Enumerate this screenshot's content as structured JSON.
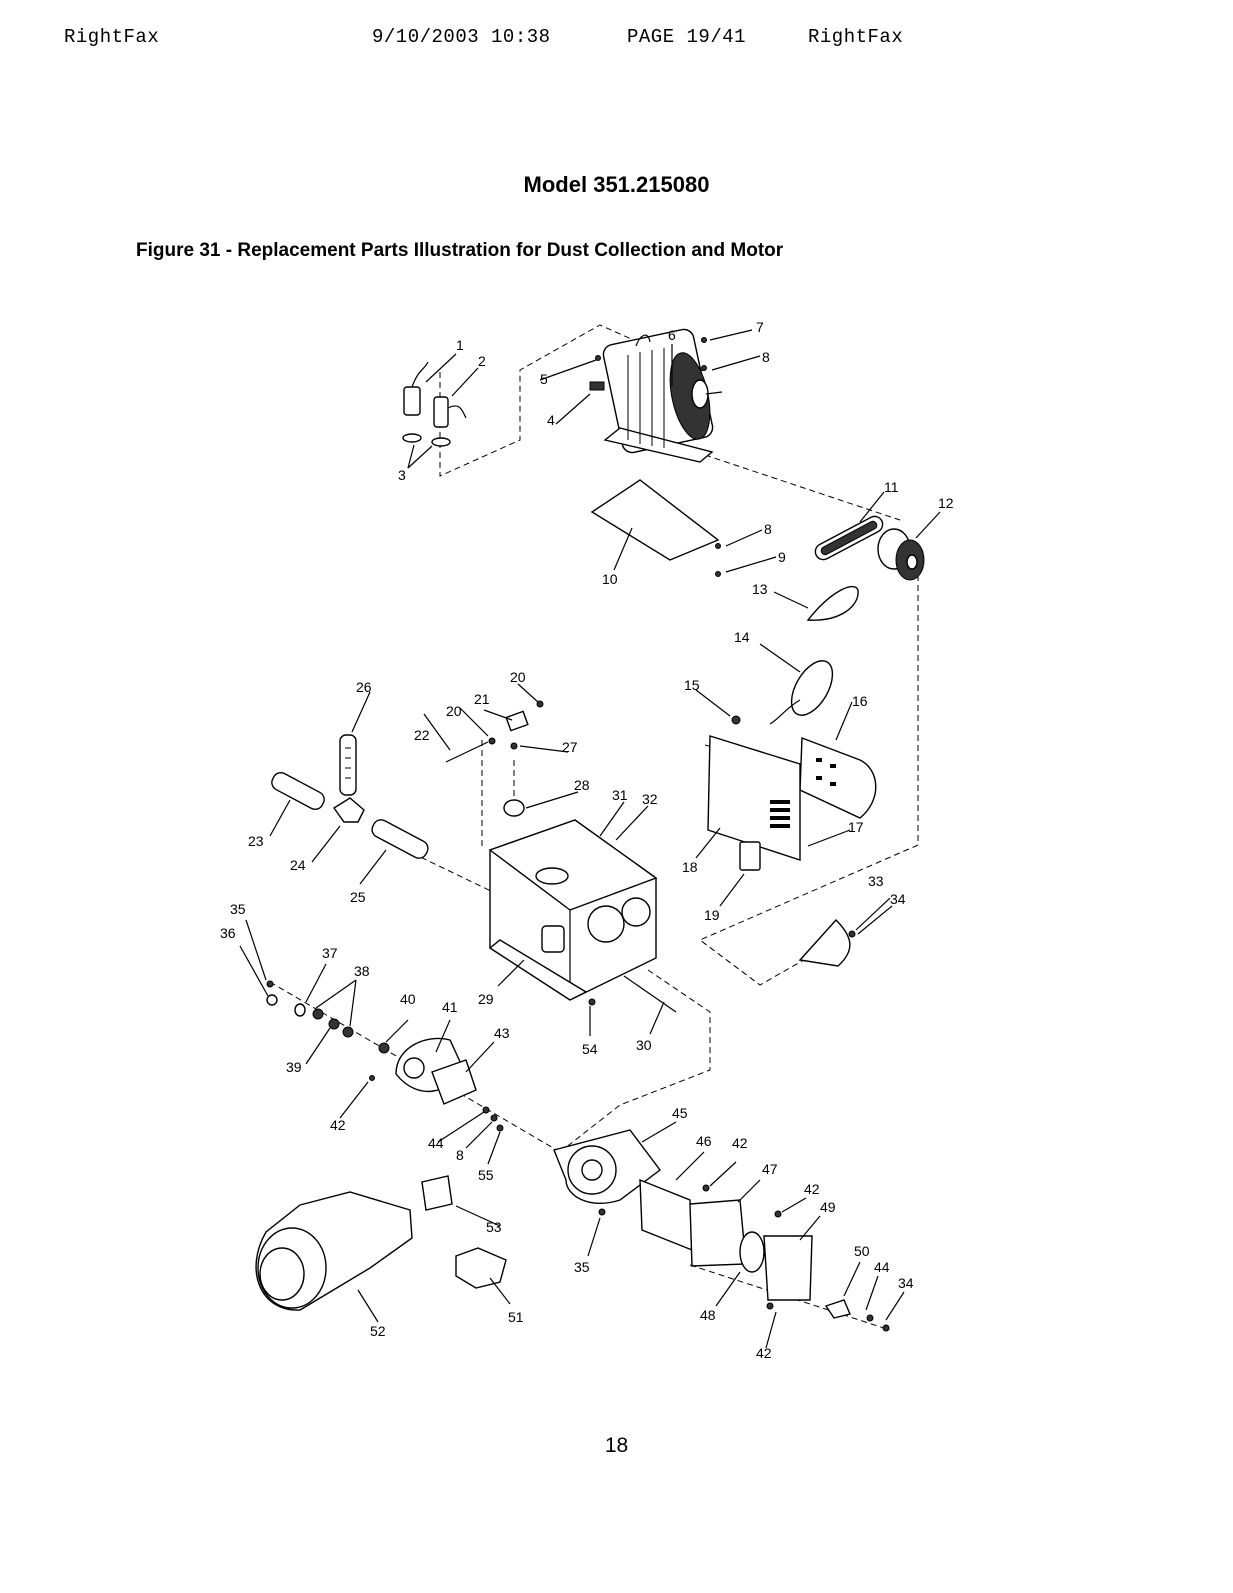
{
  "fax_header": {
    "sender": "RightFax",
    "datetime": "9/10/2003 10:38",
    "page": "PAGE 19/41",
    "recipient": "RightFax"
  },
  "model_title": "Model 351.215080",
  "figure_caption": "Figure 31 - Replacement Parts Illustration for Dust Collection and Motor",
  "callouts": {
    "c1": "1",
    "c2": "2",
    "c3": "3",
    "c4": "4",
    "c5": "5",
    "c6": "6",
    "c7": "7",
    "c8a": "8",
    "c8b": "8",
    "c8c": "8",
    "c9": "9",
    "c10": "10",
    "c11": "11",
    "c12": "12",
    "c13": "13",
    "c14": "14",
    "c15": "15",
    "c16": "16",
    "c17": "17",
    "c18": "18",
    "c19": "19",
    "c20a": "20",
    "c20b": "20",
    "c21": "21",
    "c22": "22",
    "c23": "23",
    "c24": "24",
    "c25": "25",
    "c26": "26",
    "c27": "27",
    "c28": "28",
    "c29": "29",
    "c30": "30",
    "c31": "31",
    "c32": "32",
    "c33": "33",
    "c34a": "34",
    "c34b": "34",
    "c35a": "35",
    "c35b": "35",
    "c36": "36",
    "c37": "37",
    "c38": "38",
    "c39": "39",
    "c40": "40",
    "c41": "41",
    "c42a": "42",
    "c42b": "42",
    "c42c": "42",
    "c42d": "42",
    "c43": "43",
    "c44a": "44",
    "c44b": "44",
    "c45": "45",
    "c46": "46",
    "c47": "47",
    "c48": "48",
    "c49": "49",
    "c50": "50",
    "c51": "51",
    "c52": "52",
    "c53": "53",
    "c54": "54",
    "c55": "55"
  },
  "page_number": "18"
}
